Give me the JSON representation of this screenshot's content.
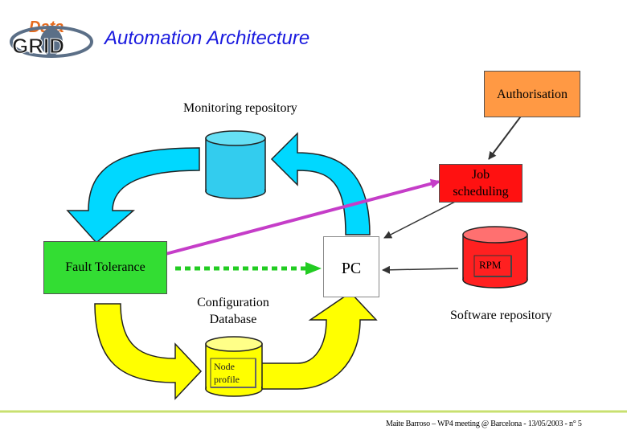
{
  "header": {
    "title": "Automation Architecture",
    "logo_text_top": "Data",
    "logo_text_bottom": "GRID"
  },
  "nodes": {
    "monitoring": "Monitoring repository",
    "authorisation": "Authorisation",
    "job_line1": "Job",
    "job_line2": "scheduling",
    "fault_tolerance": "Fault Tolerance",
    "pc": "PC",
    "rpm": "RPM",
    "software_repository": "Software repository",
    "config_line1": "Configuration",
    "config_line2": "Database",
    "node_profile_line1": "Node",
    "node_profile_line2": "profile"
  },
  "footer": {
    "text": "Maite Barroso – WP4 meeting @ Barcelona - 13/05/2003 - n° 5"
  },
  "colors": {
    "title": "#1a1adf",
    "monitoring_cylinder": "#33ccee",
    "cyan_arrow": "#00d8ff",
    "yellow_arrow": "#ffff00",
    "authorisation": "#ff9944",
    "job_scheduling": "#ff1111",
    "fault_tolerance": "#33dd33",
    "rpm_cylinder": "#ff2020",
    "node_profile": "#ffff00",
    "magenta_line": "#c53dc8",
    "footer_line": "#c8e070"
  }
}
